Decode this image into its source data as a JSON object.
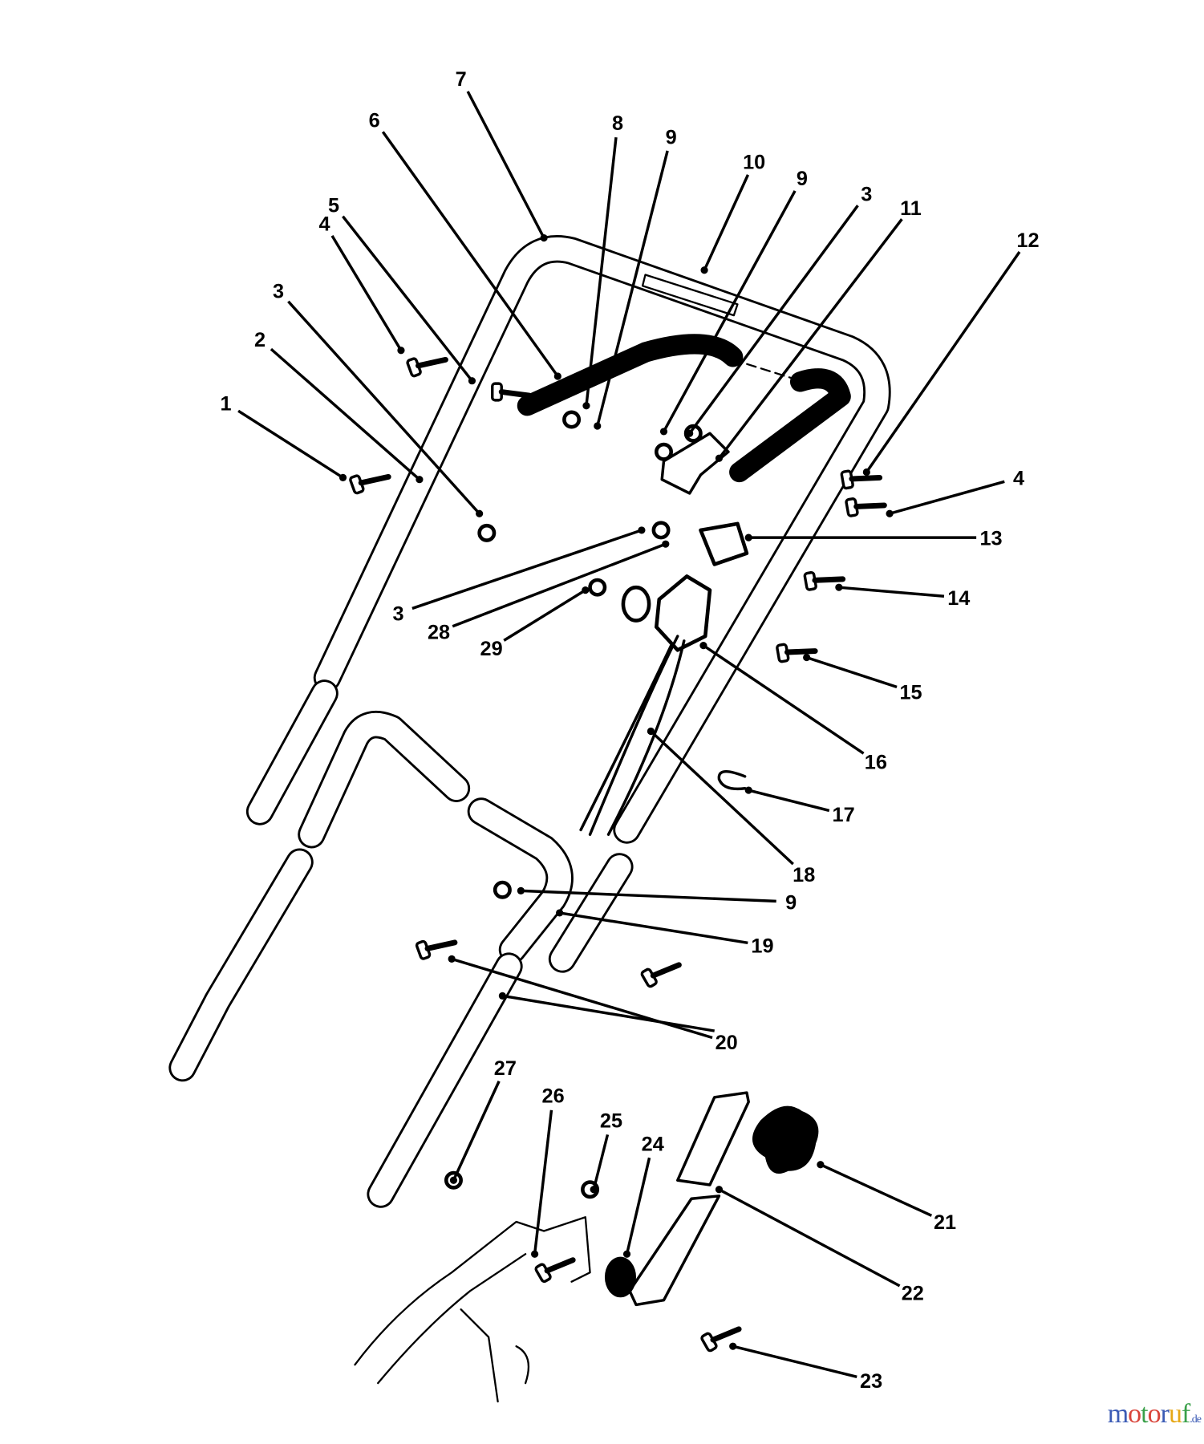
{
  "diagram": {
    "callouts": [
      "7",
      "6",
      "8",
      "9",
      "10",
      "9",
      "3",
      "11",
      "12",
      "4",
      "5",
      "3",
      "2",
      "1",
      "4",
      "13",
      "3",
      "28",
      "29",
      "14",
      "15",
      "16",
      "17",
      "18",
      "9",
      "19",
      "20",
      "27",
      "26",
      "25",
      "24",
      "21",
      "22",
      "23"
    ]
  },
  "watermark": {
    "letters": [
      "m",
      "o",
      "t",
      "o",
      "r",
      "u",
      "f"
    ],
    "suffix": ".de",
    "colors": [
      "#3b5bb5",
      "#d9443a",
      "#3aa04a",
      "#d9443a",
      "#3b5bb5",
      "#e6a817",
      "#3aa04a"
    ]
  }
}
